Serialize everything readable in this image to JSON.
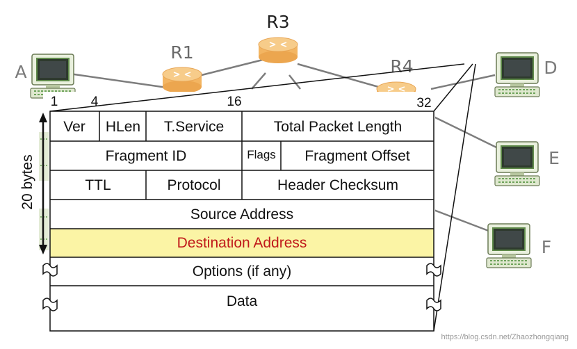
{
  "network": {
    "hosts": {
      "a": "A",
      "d": "D",
      "e": "E",
      "f": "F"
    },
    "routers": {
      "r1": "R1",
      "r3": "R3",
      "r4": "R4"
    },
    "colors": {
      "router": "#f3b562",
      "router_top": "#f7cc8a",
      "link": "#7d7d7d"
    }
  },
  "header": {
    "bit_labels": {
      "b1": "1",
      "b4": "4",
      "b16": "16",
      "b32": "32"
    },
    "side_label": "20 bytes",
    "rows": {
      "row1": {
        "ver": "Ver",
        "hlen": "HLen",
        "tservice": "T.Service",
        "length": "Total Packet Length"
      },
      "row2": {
        "fragment_id": "Fragment ID",
        "flags": "Flags",
        "fragment_offset": "Fragment Offset"
      },
      "row3": {
        "ttl": "TTL",
        "protocol": "Protocol",
        "checksum": "Header Checksum"
      },
      "row4": {
        "source": "Source Address"
      },
      "row5": {
        "destination": "Destination Address"
      },
      "row6": {
        "options": "Options (if any)"
      },
      "row7": {
        "data": "Data"
      }
    },
    "colors": {
      "highlight_fill": "#fbf4a5",
      "highlight_text": "#c0191a",
      "border": "#111111"
    }
  },
  "watermark": "https://blog.csdn.net/Zhaozhongqiang"
}
